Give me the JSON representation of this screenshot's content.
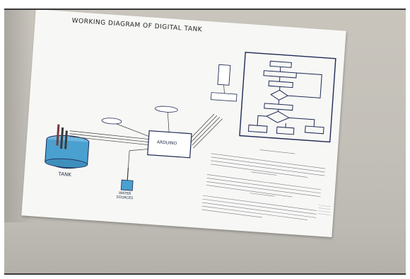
{
  "poster": {
    "title": "WORKING DIAGRAM OF DIGITAL TANK",
    "controller_label": "ARDUINO",
    "tank_label": "TANK",
    "water_source_label": "WATER\nSOURCES",
    "section_headings": [
      "",
      "",
      ""
    ]
  },
  "colors": {
    "background": "#c4c1ba",
    "poster_paper": "#f7f7f5",
    "tank_water": "#4aa0cf",
    "diagram_ink": "#1e2a55",
    "marker_blue": "#3a74c8"
  }
}
